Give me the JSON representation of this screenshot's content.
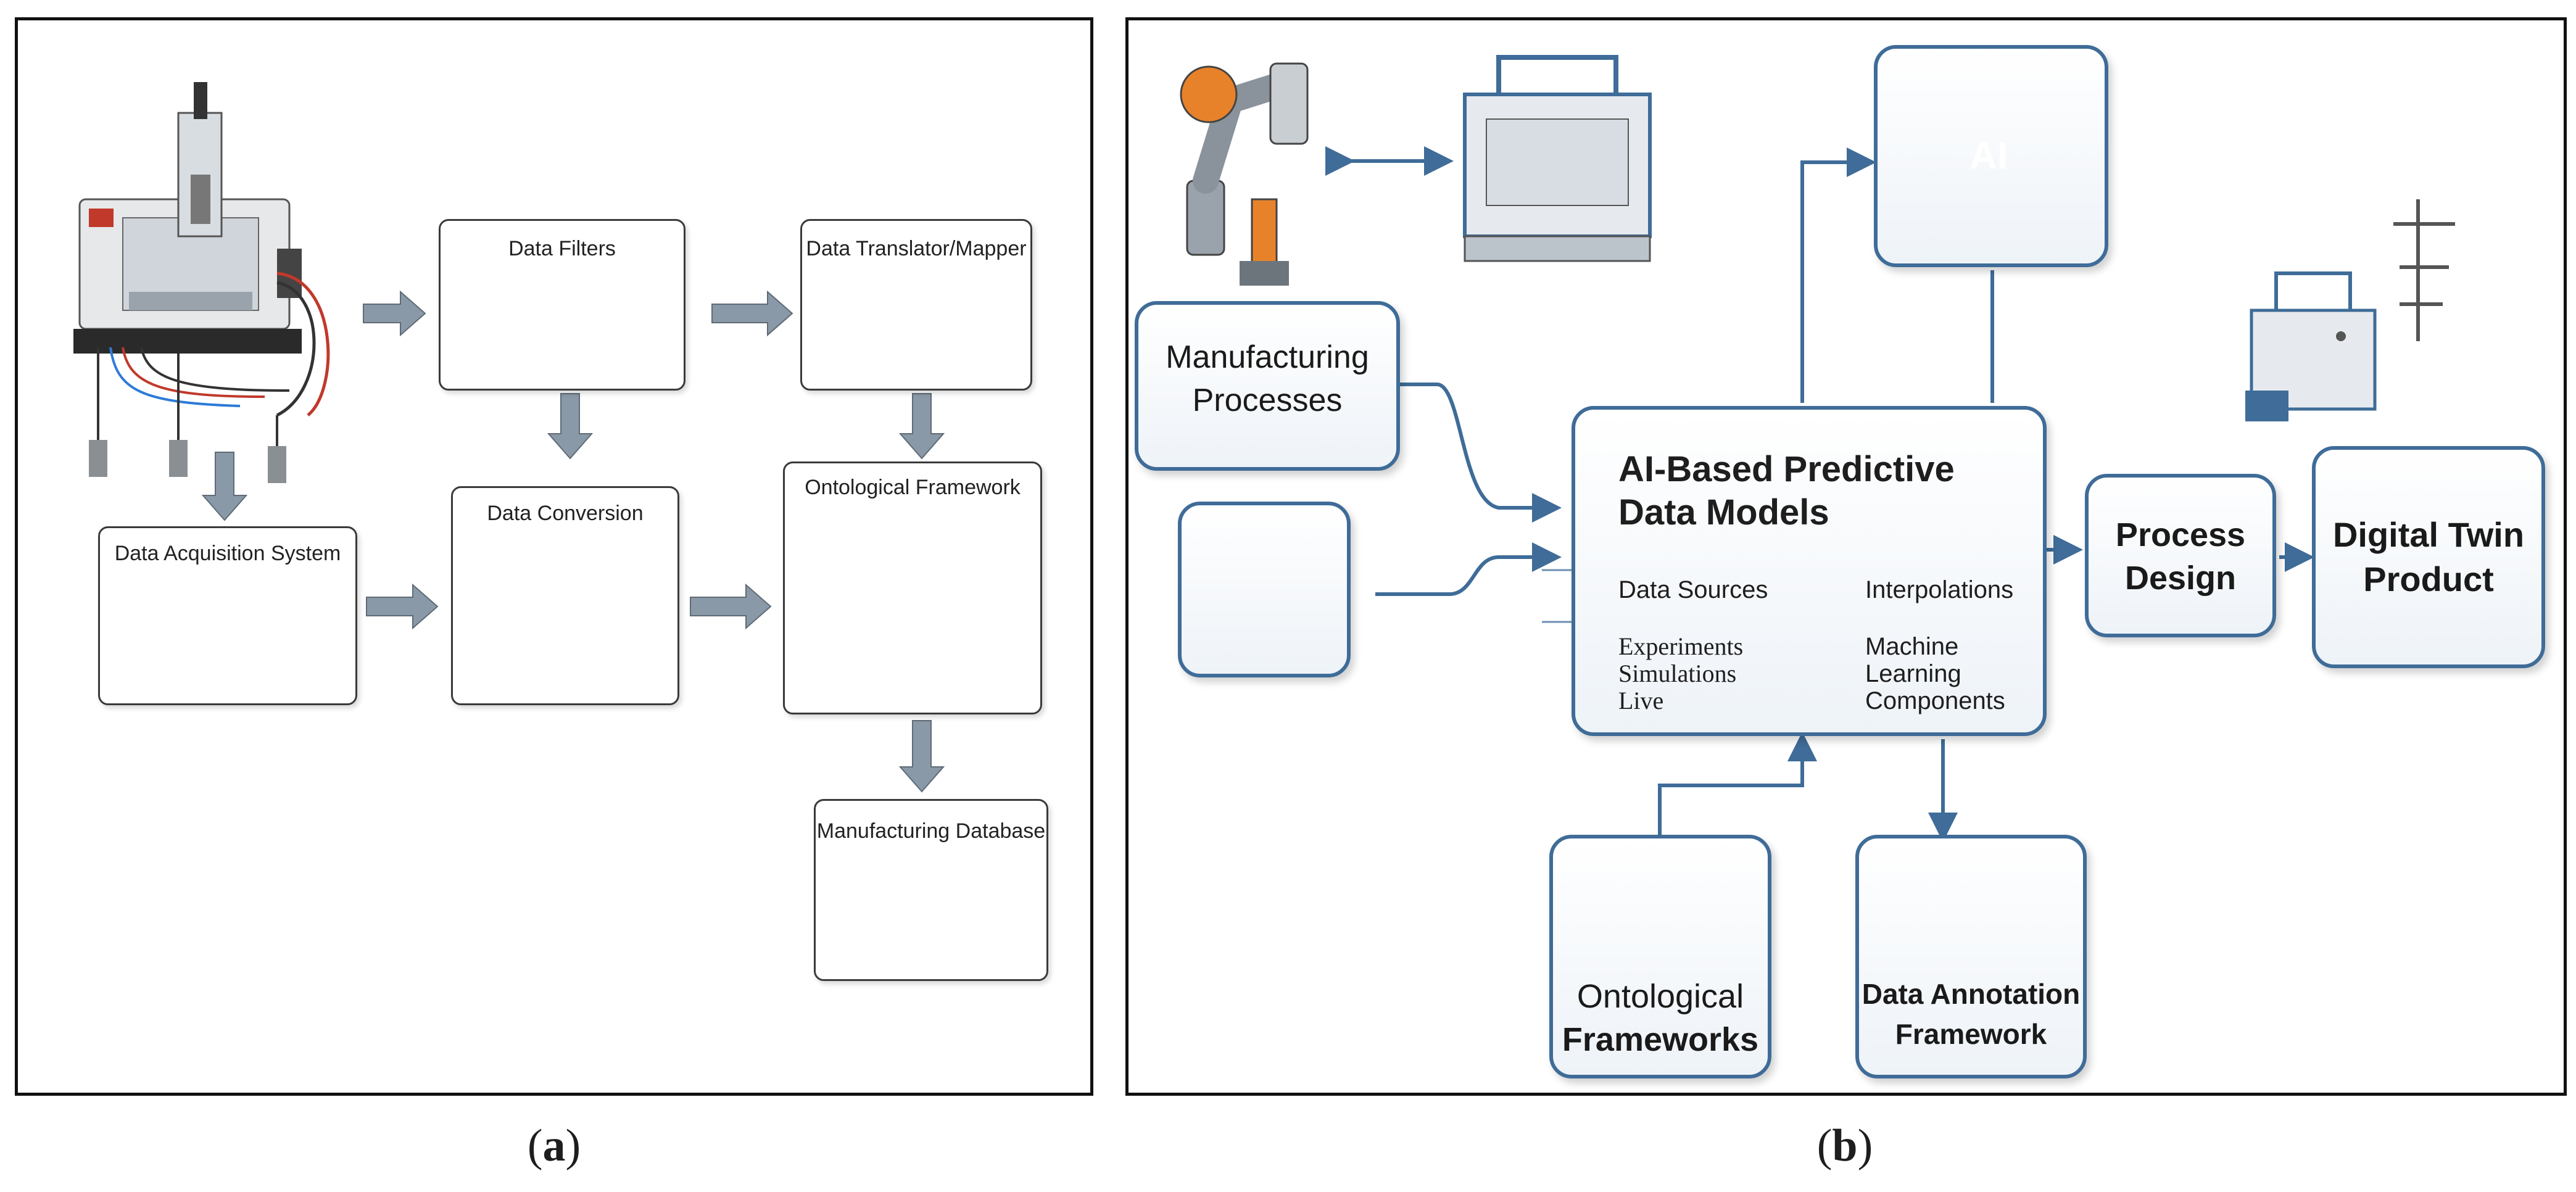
{
  "panel_a": {
    "caption": "a",
    "boxes": {
      "data_filters": "Data Filters",
      "data_translator": "Data Translator/Mapper",
      "data_conversion": "Data Conversion",
      "ontological_framework": "Ontological Framework",
      "data_acquisition": "Data Acquisition System",
      "manufacturing_database": "Manufacturing Database"
    }
  },
  "panel_b": {
    "caption": "b",
    "ai_chip_label": "AI",
    "main_box": {
      "title_line1": "AI-Based Predictive",
      "title_line2": "Data Models",
      "col1_header": "Data Sources",
      "col2_header": "Interpolations",
      "col1_items": [
        "Experiments",
        "Simulations",
        "Live"
      ],
      "col2_items": [
        "Machine",
        "Learning",
        "Components"
      ]
    },
    "manufacturing_processes": [
      "Manufacturing",
      "Processes"
    ],
    "process_design": [
      "Process",
      "Design"
    ],
    "digital_twin": [
      "Digital Twin",
      "Product"
    ],
    "ontological_frameworks": [
      "Ontological",
      "Frameworks"
    ],
    "data_annotation": [
      "Data Annotation",
      "Framework"
    ]
  },
  "colors": {
    "arrow_gray": "#8a99a8",
    "box_blue": "#3f6c98",
    "accent_orange": "#e8822a",
    "accent_red": "#d9452b"
  }
}
